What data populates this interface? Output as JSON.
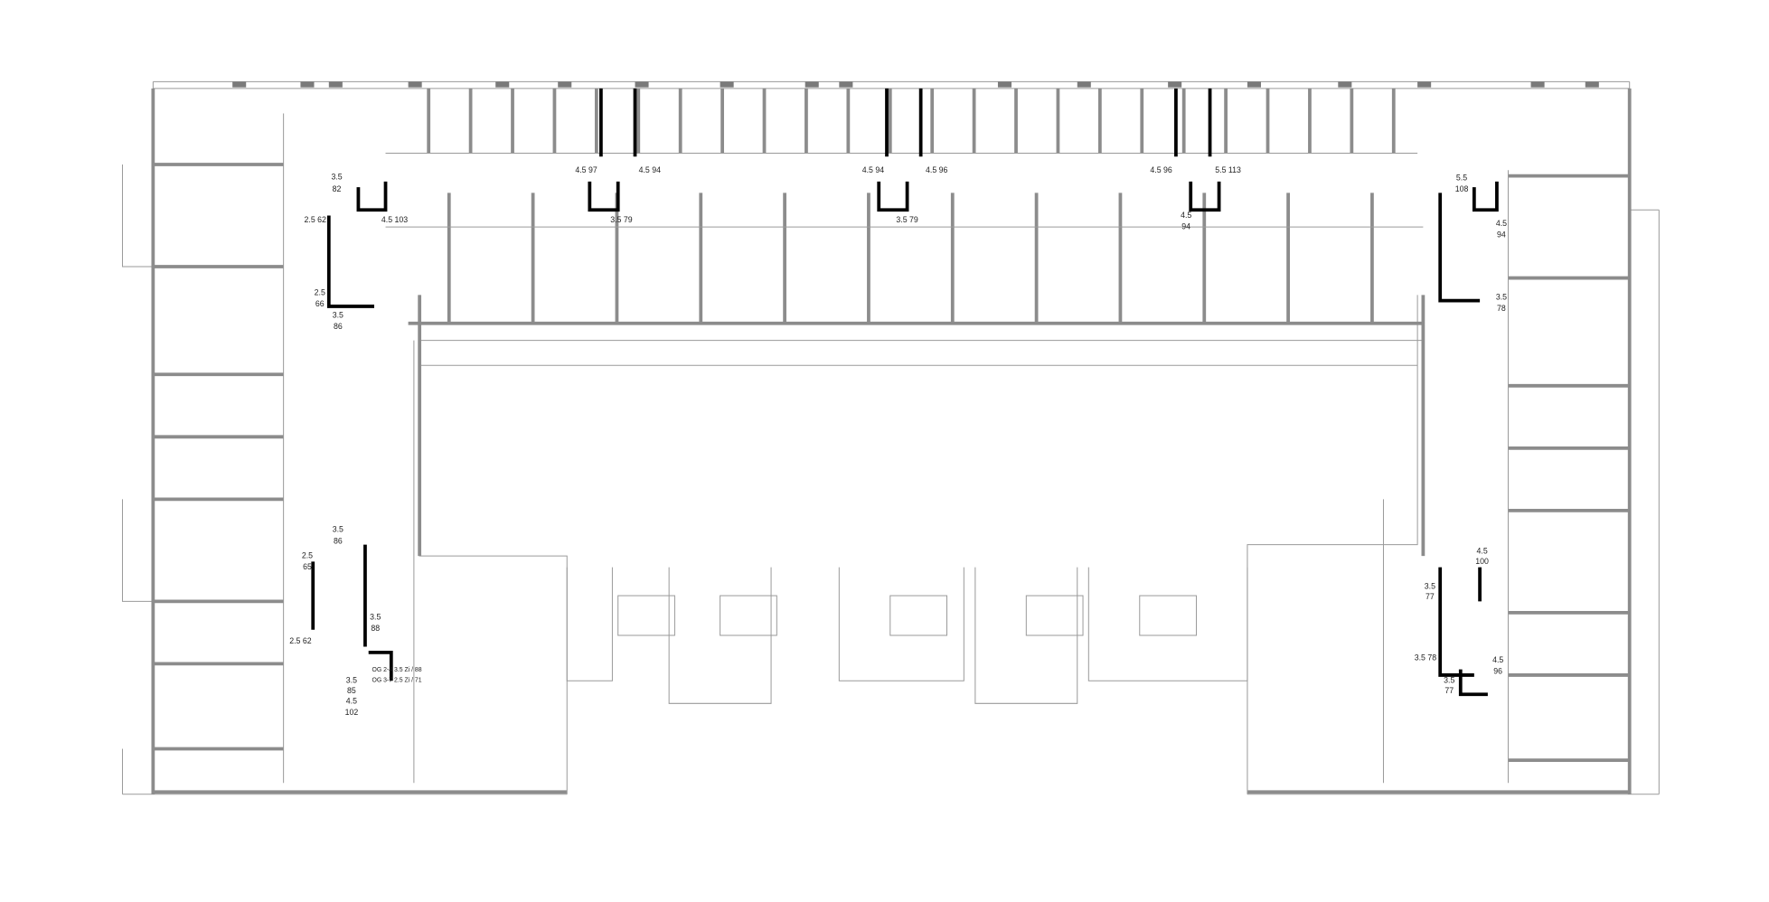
{
  "units": [
    {
      "rooms": "3.5",
      "area": "82"
    },
    {
      "rooms": "2.5",
      "area": "62"
    },
    {
      "rooms": "4.5",
      "area": "103"
    },
    {
      "rooms": "2.5",
      "area": "66"
    },
    {
      "rooms": "3.5",
      "area": "86"
    },
    {
      "rooms": "4.5",
      "area": "97"
    },
    {
      "rooms": "4.5",
      "area": "94"
    },
    {
      "rooms": "3.5",
      "area": "79"
    },
    {
      "rooms": "4.5",
      "area": "94"
    },
    {
      "rooms": "4.5",
      "area": "96"
    },
    {
      "rooms": "3.5",
      "area": "79"
    },
    {
      "rooms": "4.5",
      "area": "96"
    },
    {
      "rooms": "5.5",
      "area": "113"
    },
    {
      "rooms": "4.5",
      "area": "94"
    },
    {
      "rooms": "5.5",
      "area": "108"
    },
    {
      "rooms": "4.5",
      "area": "94"
    },
    {
      "rooms": "3.5",
      "area": "78"
    },
    {
      "rooms": "3.5",
      "area": "86"
    },
    {
      "rooms": "2.5",
      "area": "65"
    },
    {
      "rooms": "3.5",
      "area": "88"
    },
    {
      "rooms": "2.5",
      "area": "62"
    },
    {
      "rooms": "3.5",
      "area": "85"
    },
    {
      "rooms": "4.5",
      "area": "102"
    },
    {
      "rooms": "4.5",
      "area": "100"
    },
    {
      "rooms": "3.5",
      "area": "77"
    },
    {
      "rooms": "3.5",
      "area": "78"
    },
    {
      "rooms": "4.5",
      "area": "96"
    },
    {
      "rooms": "3.5",
      "area": "77"
    }
  ],
  "floor_notes": [
    "OG 2-4 3.5 Zi / 88",
    "OG 3-7 2.5 Zi / 71"
  ],
  "colors": {
    "wall": "#8c8c8c",
    "core": "#000000",
    "line": "#9a9a9a"
  }
}
